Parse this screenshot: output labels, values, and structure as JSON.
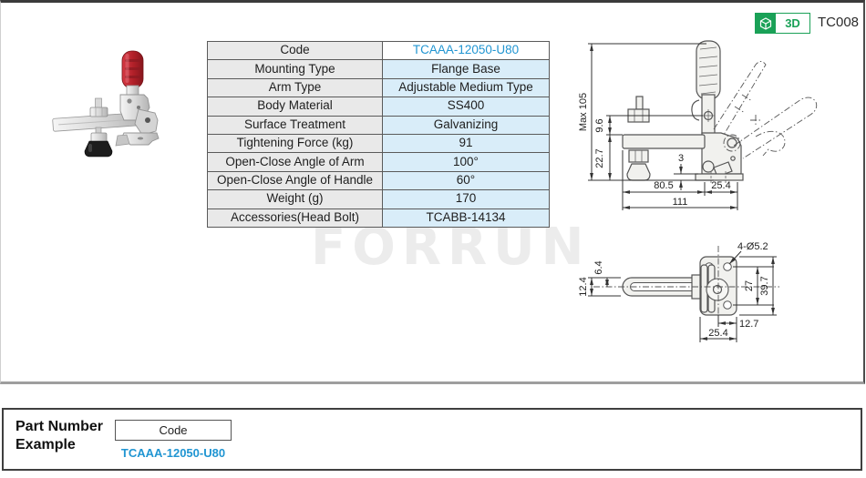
{
  "page": {
    "code_ref": "TC008"
  },
  "badge_3d": {
    "label": "3D",
    "icon": "cube-3d-icon",
    "color": "#1aa157"
  },
  "watermark": {
    "text": "FORRUN"
  },
  "spec_table": {
    "rows": [
      {
        "label": "Code",
        "value": "TCAAA-12050-U80"
      },
      {
        "label": "Mounting Type",
        "value": "Flange Base"
      },
      {
        "label": "Arm Type",
        "value": "Adjustable Medium Type"
      },
      {
        "label": "Body Material",
        "value": "SS400"
      },
      {
        "label": "Surface Treatment",
        "value": "Galvanizing"
      },
      {
        "label": "Tightening Force (kg)",
        "value": "91"
      },
      {
        "label": "Open-Close Angle of Arm",
        "value": "100°"
      },
      {
        "label": "Open-Close Angle of Handle",
        "value": "60°"
      },
      {
        "label": "Weight (g)",
        "value": "170"
      },
      {
        "label": "Accessories(Head Bolt)",
        "value": "TCABB-14134"
      }
    ]
  },
  "drawings": {
    "front_view": {
      "dims": [
        "Max 105",
        "9.6",
        "22.7",
        "3",
        "80.5",
        "25.4",
        "111"
      ]
    },
    "top_view": {
      "dims": [
        "4-Ø5.2",
        "6.4",
        "12.4",
        "27",
        "39.7",
        "12.7",
        "25.4"
      ]
    }
  },
  "part_number_example": {
    "title": "Part Number Example",
    "field_label": "Code",
    "value": "TCAAA-12050-U80"
  },
  "colors": {
    "link_blue": "#2095d2",
    "badge_green": "#1aa157",
    "cell_gray": "#e9e9e9",
    "cell_blue": "#d9edf9",
    "handle_red": "#bf2630"
  }
}
